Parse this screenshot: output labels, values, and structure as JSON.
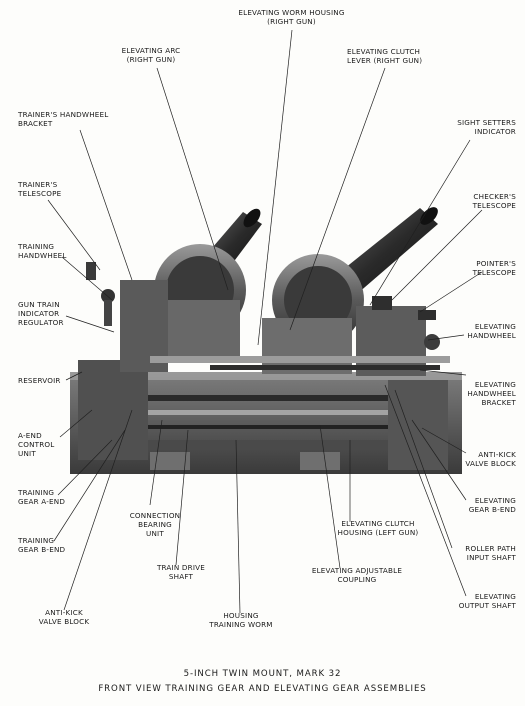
{
  "labels": {
    "elev_worm_housing_right": "ELEVATING WORM HOUSING\n(RIGHT GUN)",
    "elev_arc_right": "ELEVATING ARC\n(RIGHT GUN)",
    "elev_clutch_lever_right": "ELEVATING CLUTCH\nLEVER (RIGHT GUN)",
    "trainers_handwheel_bracket": "TRAINER'S HANDWHEEL\nBRACKET",
    "sight_setters_indicator": "SIGHT SETTERS\nINDICATOR",
    "trainers_telescope": "TRAINER'S\nTELESCOPE",
    "checkers_telescope": "CHECKER'S\nTELESCOPE",
    "training_handwheel": "TRAINING\nHANDWHEEL",
    "pointers_telescope": "POINTER'S\nTELESCOPE",
    "gun_train_indicator_regulator": "GUN TRAIN\nINDICATOR\nREGULATOR",
    "elevating_handwheel": "ELEVATING\nHANDWHEEL",
    "reservoir": "RESERVOIR",
    "elevating_handwheel_bracket": "ELEVATING\nHANDWHEEL\nBRACKET",
    "a_end_control_unit": "A-END\nCONTROL\nUNIT",
    "anti_kick_valve_block_right": "ANTI-KICK\nVALVE BLOCK",
    "training_gear_a_end": "TRAINING\nGEAR A-END",
    "elevating_gear_b_end": "ELEVATING\nGEAR B-END",
    "connection_bearing_unit": "CONNECTION\nBEARING\nUNIT",
    "elev_clutch_housing_left": "ELEVATING CLUTCH\nHOUSING (LEFT GUN)",
    "roller_path_input_shaft": "ROLLER PATH\nINPUT SHAFT",
    "training_gear_b_end": "TRAINING\nGEAR B-END",
    "train_drive_shaft": "TRAIN DRIVE\nSHAFT",
    "elevating_adjustable_coupling": "ELEVATING ADJUSTABLE\nCOUPLING",
    "elevating_output_shaft": "ELEVATING\nOUTPUT SHAFT",
    "anti_kick_valve_block_left": "ANTI-KICK\nVALVE BLOCK",
    "housing_training_worm": "HOUSING\nTRAINING WORM"
  },
  "caption": {
    "line1": "5-INCH TWIN MOUNT, MARK 32",
    "line2": "FRONT VIEW TRAINING GEAR AND ELEVATING GEAR ASSEMBLIES"
  }
}
